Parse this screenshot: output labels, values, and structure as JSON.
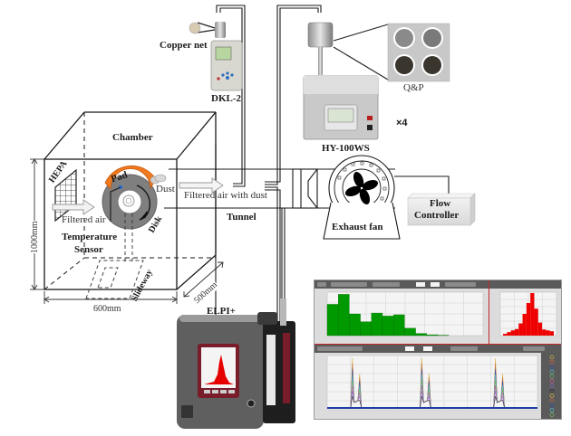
{
  "labels": {
    "copper_net": "Copper net",
    "dkl2": "DKL-2",
    "qp": "Q&P",
    "hy100ws": "HY-100WS",
    "times4": "×4",
    "chamber": "Chamber",
    "hepa": "HEPA",
    "pad": "Pad",
    "dust": "Dust",
    "disk": "Disk",
    "filtered_air": "Filtered air",
    "filtered_air_with_dust": "Filtered air with dust",
    "tunnel": "Tunnel",
    "temperature": "Temperature",
    "sensor": "Sensor",
    "slideway": "Slideway",
    "dim_height": "1000mm",
    "dim_width": "600mm",
    "dim_depth": "500mm",
    "exhaust_fan": "Exhaust fan",
    "flow_line1": "Flow",
    "flow_line2": "Controller",
    "elpi": "ELPI+"
  },
  "colors": {
    "pad": "#f07a1e",
    "disk": "#808080",
    "green_bars": "#009900",
    "red_bars": "#ee0000",
    "panel_frame": "#c0282c",
    "line": "#1a1a1a"
  },
  "screens": {
    "number_distribution": {
      "type": "bar",
      "relative_values": [
        0.72,
        0.95,
        0.5,
        0.32,
        0.52,
        0.45,
        0.48,
        0.17,
        0.05,
        0.02,
        0.01
      ]
    },
    "raw_currents": {
      "type": "bar",
      "relative_values": [
        0.04,
        0.08,
        0.12,
        0.15,
        0.28,
        0.5,
        0.75,
        0.98,
        0.62,
        0.3,
        0.14,
        0.12,
        0.1
      ]
    },
    "all_currents": {
      "type": "line",
      "peak_groups": 3
    }
  }
}
